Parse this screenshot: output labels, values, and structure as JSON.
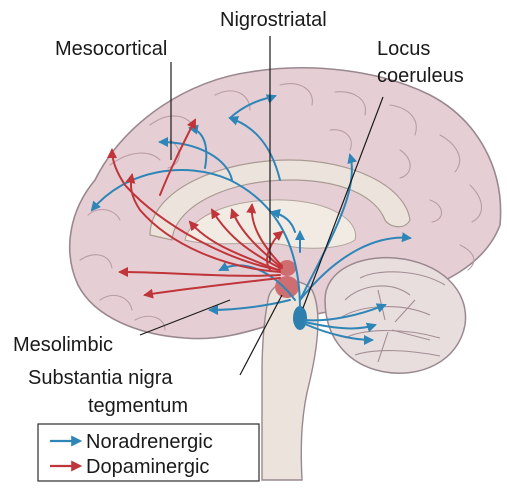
{
  "labels": {
    "mesocortical": "Mesocortical",
    "nigrostriatal": "Nigrostriatal",
    "locus_line1": "Locus",
    "locus_line2": "coeruleus",
    "mesolimbic": "Mesolimbic",
    "substantia_line1": "Substantia nigra",
    "substantia_line2": "tegmentum"
  },
  "legend": {
    "items": [
      {
        "label": "Noradrenergic",
        "color": "#2e86b8"
      },
      {
        "label": "Dopaminergic",
        "color": "#c0353a"
      }
    ]
  },
  "colors": {
    "brain_fill": "#e6cfd4",
    "brain_stroke": "#9a8890",
    "inner_fill": "#ece4dc",
    "cerebellum_fill": "#e9dede",
    "noradrenergic": "#2e86b8",
    "dopaminergic": "#c0353a",
    "nuclei": "#cf6e70",
    "locus_nucleus": "#2d7fae"
  }
}
